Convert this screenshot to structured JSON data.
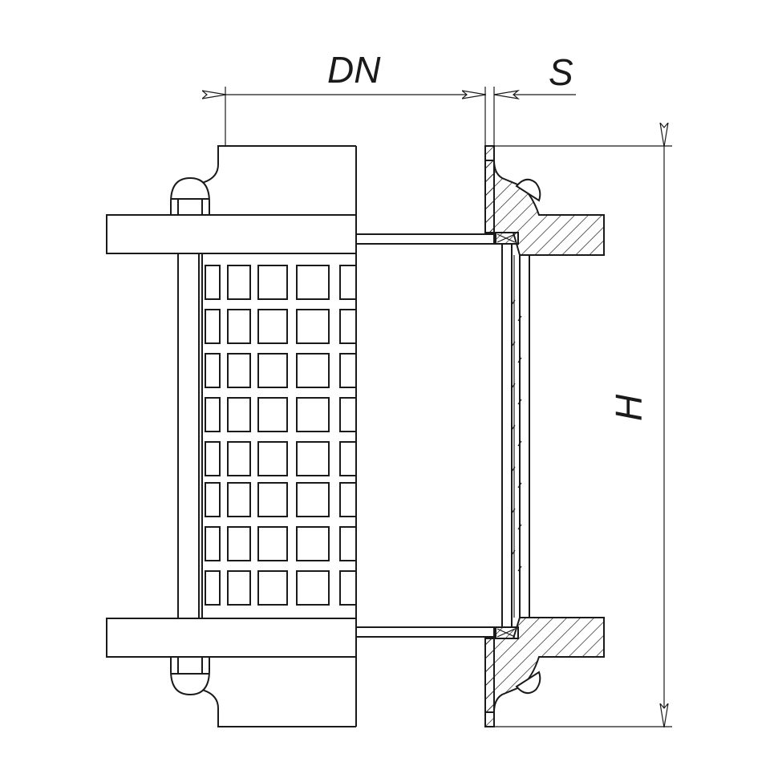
{
  "labels": {
    "dn": "DN",
    "s": "S",
    "h": "H"
  },
  "colors": {
    "line": "#1a1a1a",
    "background": "#ffffff"
  }
}
